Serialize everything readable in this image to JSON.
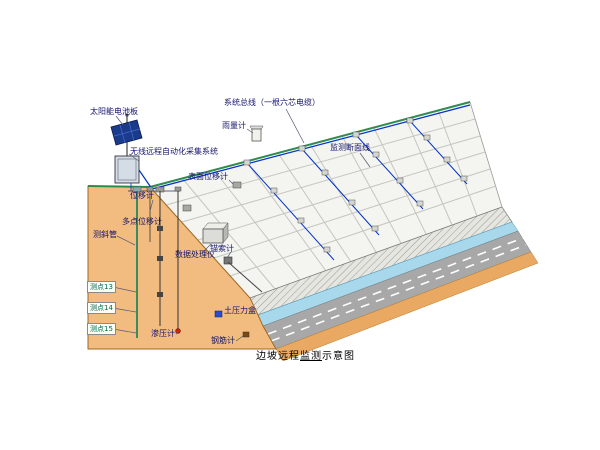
{
  "colors": {
    "ground": "#f2bc80",
    "ground_front": "#e9a963",
    "slope": "#f4f4f0",
    "wall": "#e6e6e0",
    "road": "#a8a8a8",
    "drain": "#a8d8ec",
    "bus": "#0033cc",
    "vegetation": "#2f8b4f",
    "panel": "#1a3a8c",
    "label_text": "#14146a"
  },
  "labels": {
    "solar_panel": "太阳能电池板",
    "wireless_system": "无线远程自动化采集系统",
    "system_bus": "系统总线（一根六芯电缆）",
    "rain_gauge": "雨量计",
    "monitor_section": "监测断面线",
    "surface_disp": "表面位移计",
    "disp_meter": "位移计",
    "multipoint_disp": "多点位移计",
    "inclinometer": "测斜管",
    "data_processor": "数据处理仪",
    "anchor_gauge": "锚索计",
    "point13": "测点13",
    "point14": "测点14",
    "point15": "测点15",
    "piezometer": "渗压计",
    "earth_pressure": "土压力盒",
    "rebar_gauge": "钢筋计"
  },
  "caption": {
    "prefix": "边坡远程",
    "underlined": "监测",
    "suffix": "示意图"
  }
}
